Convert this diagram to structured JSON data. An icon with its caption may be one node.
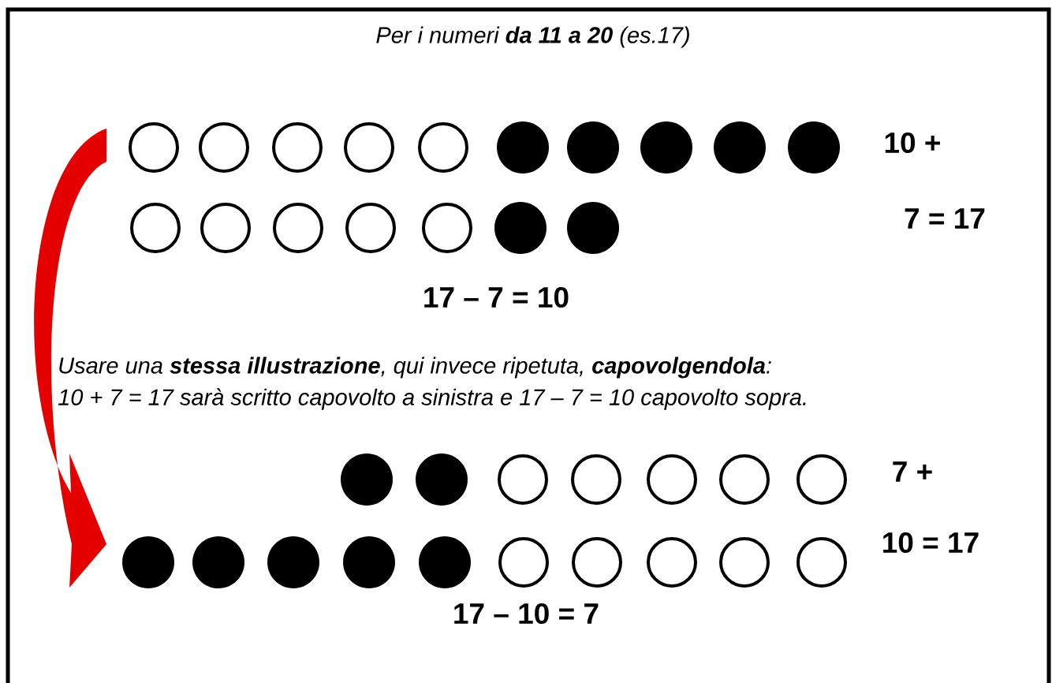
{
  "diagram": {
    "title": "Per i numeri **da 11 a 20** (es.17)",
    "labels": [
      "10 +",
      "7 = 17",
      "17 – 7 = 10",
      "Usare una **stessa illustrazione**, qui invece ripetuta, **capovolgendola**:",
      "10 + 7 = 17 sarà scritto capovolto a sinistra e 17 – 7 = 10 capovolto sopra.",
      "7 +",
      "10 = 17",
      "17 – 10 = 7"
    ]
  }
}
